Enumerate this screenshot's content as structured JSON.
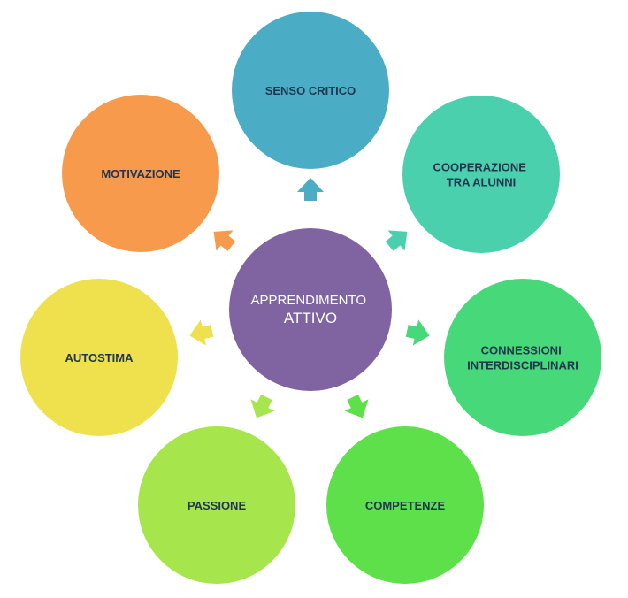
{
  "center": {
    "line1": "APPRENDIMENTO",
    "line2": "ATTIVO",
    "color": "#8064a2"
  },
  "nodes": [
    {
      "id": "senso-critico",
      "lines": [
        "SENSO CRITICO"
      ],
      "color": "#4bacc6"
    },
    {
      "id": "cooperazione",
      "lines": [
        "COOPERAZIONE",
        "TRA ALUNNI"
      ],
      "color": "#4bd0ae"
    },
    {
      "id": "connessioni",
      "lines": [
        "CONNESSIONI",
        "INTERDISCIPLINARI"
      ],
      "color": "#47d979"
    },
    {
      "id": "competenze",
      "lines": [
        "COMPETENZE"
      ],
      "color": "#5ee04b"
    },
    {
      "id": "passione",
      "lines": [
        "PASSIONE"
      ],
      "color": "#a6e64c"
    },
    {
      "id": "autostima",
      "lines": [
        "AUTOSTIMA"
      ],
      "color": "#eee14d"
    },
    {
      "id": "motivazione",
      "lines": [
        "MOTIVAZIONE"
      ],
      "color": "#f79a4c"
    }
  ]
}
